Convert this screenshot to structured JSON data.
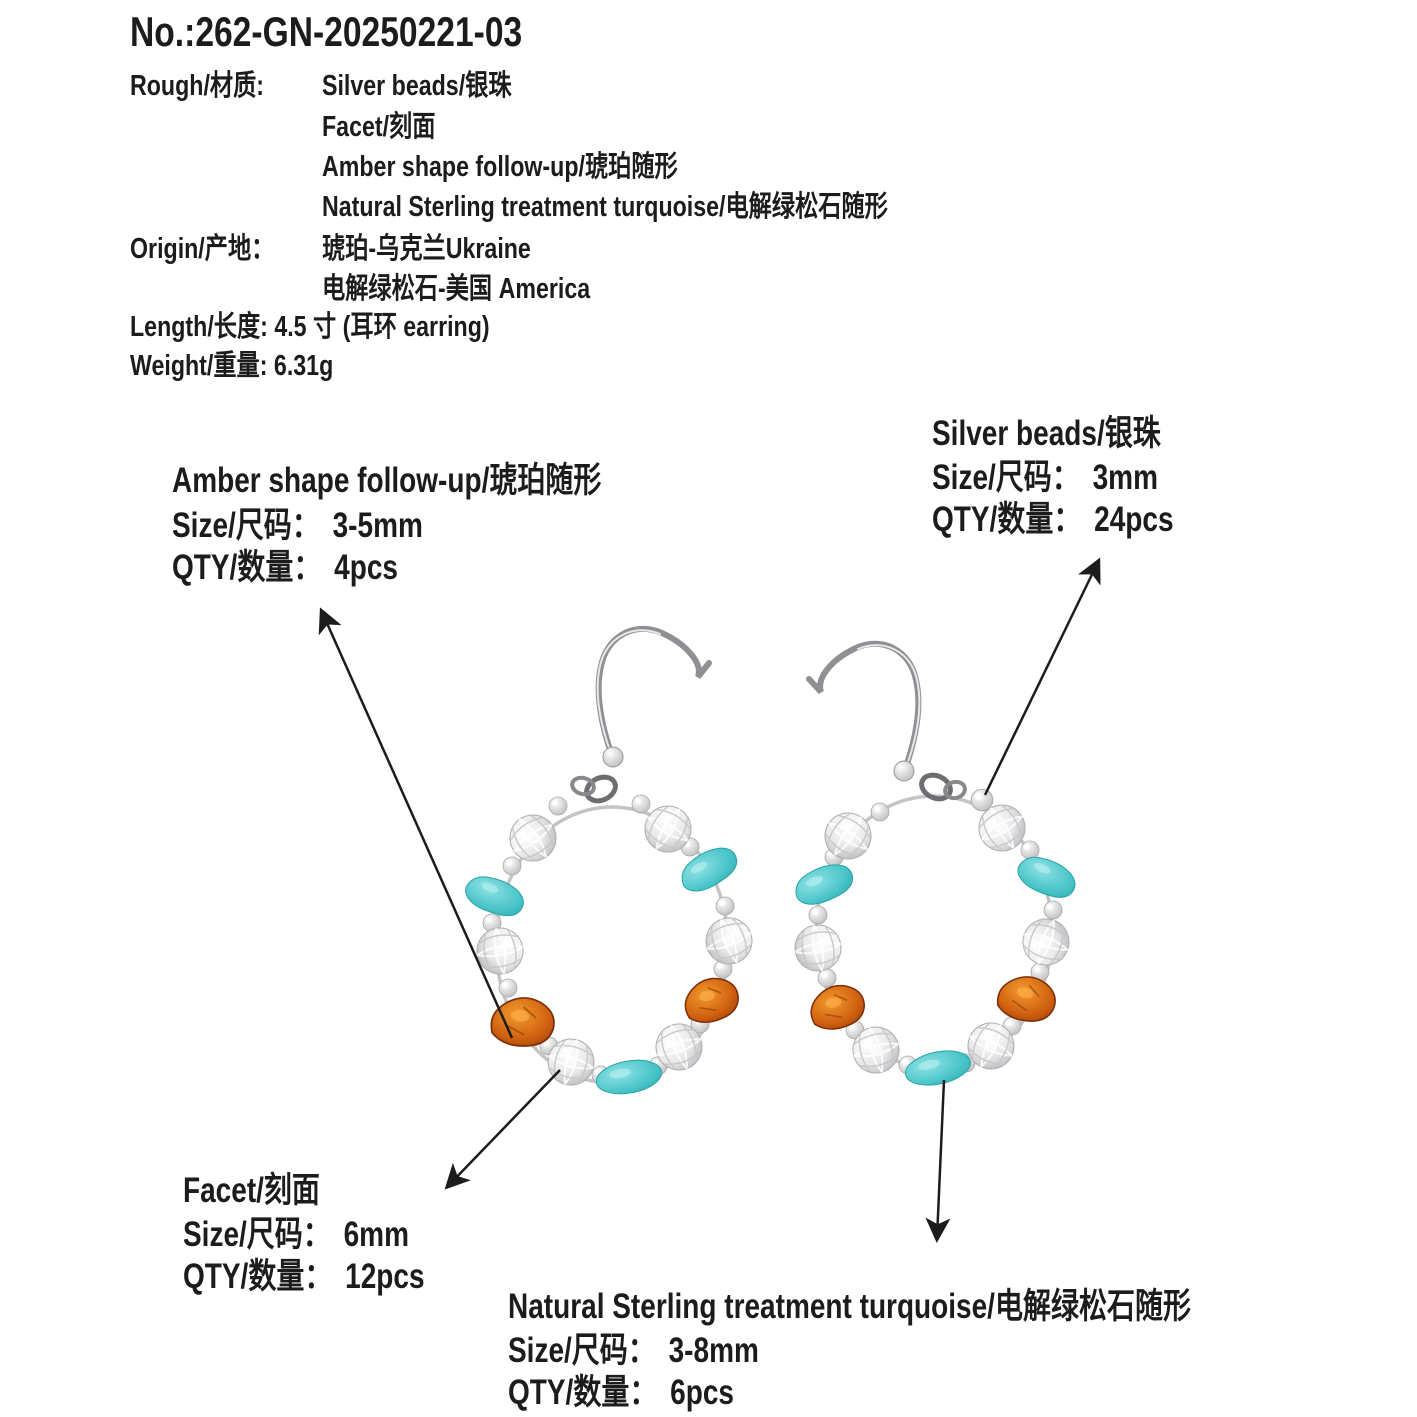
{
  "header": {
    "product_no": "No.:262-GN-20250221-03",
    "rough_label": "Rough/材质:",
    "rough_values": [
      "Silver beads/银珠",
      "Facet/刻面",
      "Amber shape follow-up/琥珀随形",
      "Natural Sterling treatment turquoise/电解绿松石随形"
    ],
    "origin_label": "Origin/产地：",
    "origin_values": [
      "琥珀-乌克兰Ukraine",
      "电解绿松石-美国 America"
    ],
    "length_label": "Length/长度:",
    "length_value": "4.5 寸 (耳环 earring)",
    "weight_label": "Weight/重量:",
    "weight_value": "6.31g"
  },
  "annotations": {
    "silver_beads": {
      "title": "Silver beads/银珠",
      "size_label": "Size/尺码：",
      "size_value": "3mm",
      "qty_label": "QTY/数量：",
      "qty_value": "24pcs"
    },
    "amber": {
      "title": "Amber shape follow-up/琥珀随形",
      "size_label": "Size/尺码：",
      "size_value": "3-5mm",
      "qty_label": "QTY/数量：",
      "qty_value": "4pcs"
    },
    "facet": {
      "title": "Facet/刻面",
      "size_label": "Size/尺码：",
      "size_value": "6mm",
      "qty_label": "QTY/数量：",
      "qty_value": "12pcs"
    },
    "turquoise": {
      "title": "Natural Sterling treatment turquoise/电解绿松石随形",
      "size_label": "Size/尺码：",
      "size_value": "3-8mm",
      "qty_label": "QTY/数量：",
      "qty_value": "6pcs"
    }
  },
  "colors": {
    "text": "#1c1c1c",
    "arrow": "#1c1c1c",
    "turquoise_light": "#8fe3e4",
    "turquoise": "#47c3c8",
    "turquoise_dark": "#28a4aa",
    "amber_light": "#f29b2c",
    "amber": "#cf5f10",
    "amber_dark": "#7d2f06",
    "silver_light": "#ffffff",
    "silver": "#e9e9ea",
    "silver_dark": "#b4b4b8",
    "wire": "#8e8e93",
    "wire_dark": "#6d6d72"
  }
}
